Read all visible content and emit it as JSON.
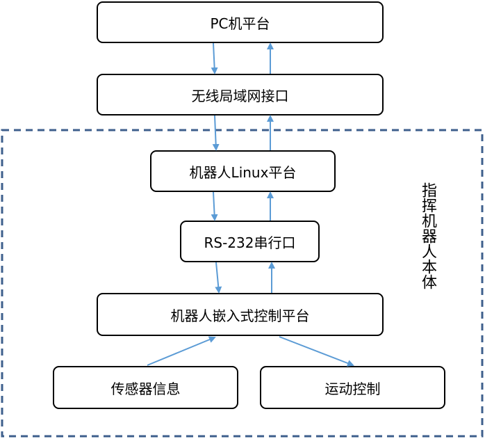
{
  "boxes": {
    "pc": "PC机平台",
    "wlan": "无线局域网接口",
    "linux": "机器人Linux平台",
    "serial": "RS-232串行口",
    "embedded": "机器人嵌入式控制平台",
    "sensor": "传感器信息",
    "motion": "运动控制"
  },
  "group_label": "指挥机器人本体",
  "colors": {
    "arrow": "#5b9bd5",
    "dashed_border": "#3e5f8c",
    "box_border": "#000000"
  }
}
